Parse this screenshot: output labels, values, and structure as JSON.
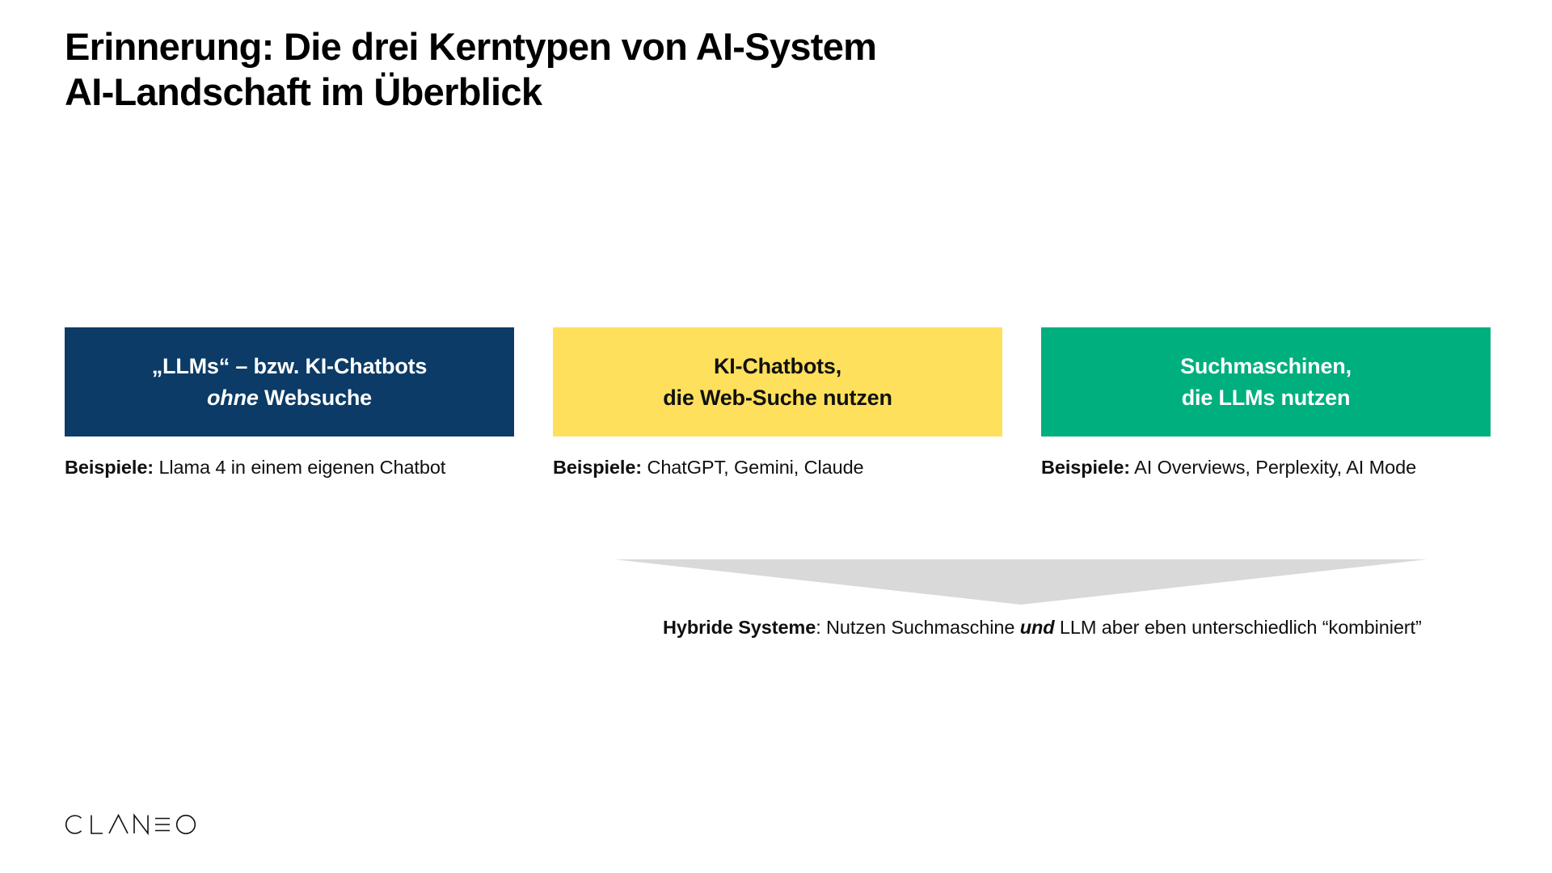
{
  "slide": {
    "background_color": "#FFFFFF",
    "title_lines": [
      "Erinnerung: Die drei Kerntypen von AI-System",
      "AI-Landschaft im Überblick"
    ]
  },
  "cards": [
    {
      "id": "llms-ohne-websuche",
      "accent_color": "#0B3B66",
      "text_color": "#FFFFFF",
      "heading_line_1": "„LLMs“ – bzw. KI-Chatbots",
      "heading_line_2_italic": "ohne",
      "heading_line_2_rest": " Websuche",
      "examples_label": "Beispiele:",
      "examples_value": " Llama 4 in einem eigenen Chatbot"
    },
    {
      "id": "ki-chatbots-mit-websuche",
      "accent_color": "#FFE05C",
      "text_color": "#111111",
      "heading_line_1": "KI-Chatbots,",
      "heading_line_2_italic": "",
      "heading_line_2_rest": "die Web-Suche nutzen",
      "examples_label": "Beispiele:",
      "examples_value": " ChatGPT, Gemini, Claude"
    },
    {
      "id": "suchmaschinen-mit-llms",
      "accent_color": "#00AF7E",
      "text_color": "#FFFFFF",
      "heading_line_1": "Suchmaschinen,",
      "heading_line_2_italic": "",
      "heading_line_2_rest": "die LLMs nutzen",
      "examples_label": "Beispiele:",
      "examples_value": " AI Overviews, Perplexity, AI Mode"
    }
  ],
  "arrow": {
    "color": "#D9D9D9",
    "direction": "down"
  },
  "hybrid_note": {
    "label": "Hybride Systeme",
    "after_label": ": Nutzen Suchmaschine ",
    "emphasis": "und",
    "rest": " LLM aber eben unterschiedlich “kombiniert”"
  },
  "logo": {
    "text": "CLANEO",
    "color": "#111111"
  }
}
